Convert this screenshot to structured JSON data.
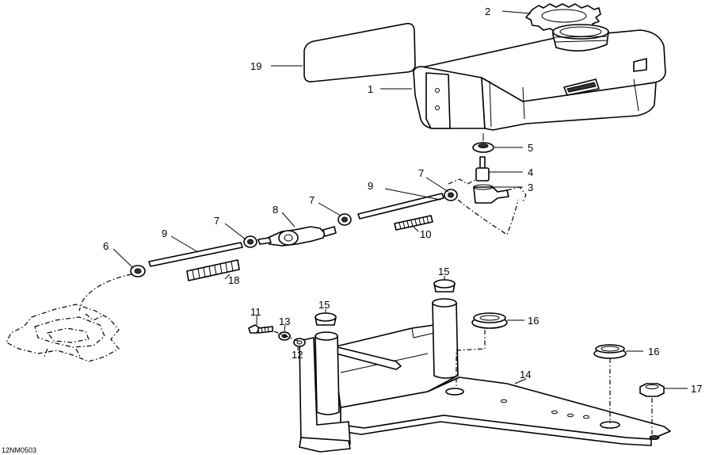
{
  "drawing_code": "12NM0503",
  "callouts": {
    "c1": "1",
    "c2": "2",
    "c3": "3",
    "c4": "4",
    "c5": "5",
    "c6": "6",
    "c7a": "7",
    "c7b": "7",
    "c7c": "7",
    "c8": "8",
    "c9a": "9",
    "c9b": "9",
    "c10": "10",
    "c11": "11",
    "c12": "12",
    "c13": "13",
    "c14": "14",
    "c15a": "15",
    "c15b": "15",
    "c16a": "16",
    "c16b": "16",
    "c17": "17",
    "c18": "18",
    "c19": "19"
  }
}
